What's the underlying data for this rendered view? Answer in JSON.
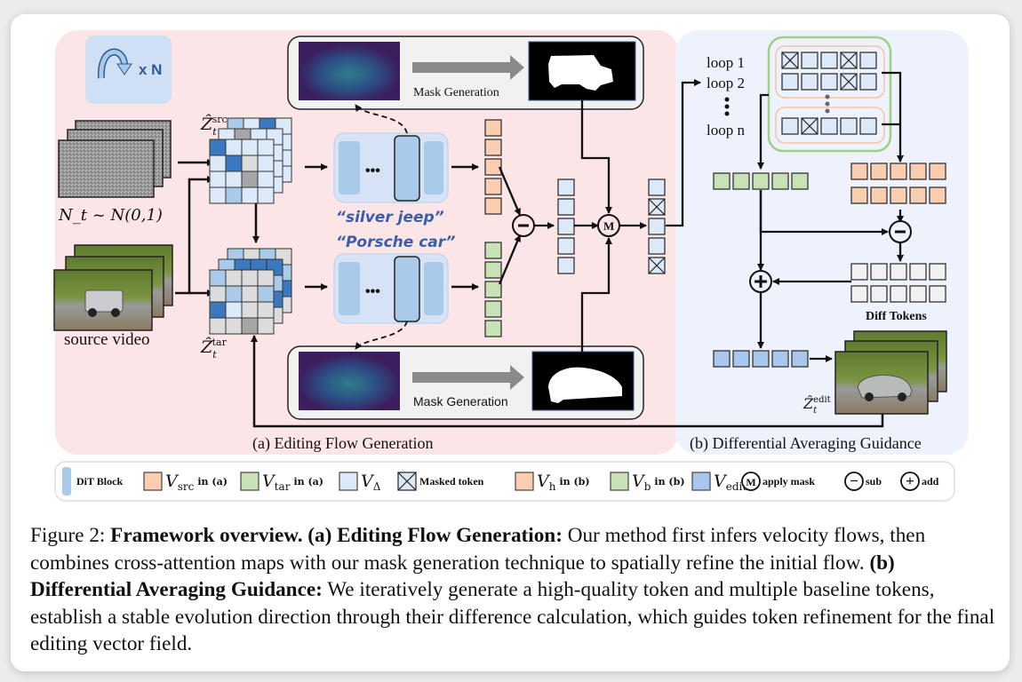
{
  "figure": {
    "panel_a": {
      "title": "(a) Editing Flow Generation",
      "loop_badge": "x N",
      "noise_label": "N_t ~ N(0,1)",
      "source_label": "source video",
      "z_src_label": "Ẑ",
      "z_src_sub": "t",
      "z_src_sup": "src",
      "z_tar_label": "Ẑ",
      "z_tar_sub": "t",
      "z_tar_sup": "tar",
      "prompt_src": "“silver jeep”",
      "prompt_tar": "“Porsche car”",
      "mask_gen_top": "Mask Generation",
      "mask_gen_bottom": "Mask Generation",
      "dit_dots": "•••",
      "op_sub": "−",
      "op_mask": "M"
    },
    "panel_b": {
      "title": "(b) Differential Averaging Guidance",
      "loops": [
        "loop 1",
        "loop 2",
        "loop n"
      ],
      "loop_dots": "⋮",
      "diff_tokens_label": "Diff Tokens",
      "z_edit_label": "Ẑ",
      "z_edit_sub": "t",
      "z_edit_sup": "edit",
      "op_sub": "−",
      "op_add": "+"
    },
    "legend": [
      {
        "icon": "dit-block",
        "label": "DiT Block"
      },
      {
        "icon": "v-src-swatch",
        "label_main": "V",
        "label_sub": "src",
        "label_tail": "in (a)"
      },
      {
        "icon": "v-tar-swatch",
        "label_main": "V",
        "label_sub": "tar",
        "label_tail": "in (a)"
      },
      {
        "icon": "v-delta-swatch",
        "label_main": "V",
        "label_sub": "Δ",
        "label_tail": ""
      },
      {
        "icon": "masked-token",
        "label": "Masked token"
      },
      {
        "icon": "v-h-swatch",
        "label_main": "V",
        "label_sub": "h",
        "label_tail": "in (b)"
      },
      {
        "icon": "v-b-swatch",
        "label_main": "V",
        "label_sub": "b",
        "label_tail": "in (b)"
      },
      {
        "icon": "v-edit-swatch",
        "label_main": "V",
        "label_sub": "edit",
        "label_tail": ""
      },
      {
        "icon": "mask-op",
        "symbol": "M",
        "label": "apply mask"
      },
      {
        "icon": "sub-op",
        "symbol": "−",
        "label": "sub"
      },
      {
        "icon": "add-op",
        "symbol": "+",
        "label": "add"
      }
    ],
    "colors": {
      "panel_a_bg": "#fbe5e6",
      "panel_b_bg": "#eef2fc",
      "src_token": "#f9cdb0",
      "tar_token": "#c8e2b6",
      "delta_token": "#dce9f8",
      "edit_token": "#a7c8ec",
      "dit_block": "#a9cbe9",
      "dark_blue": "#3a78bf",
      "prompt_text": "#3a5fa8"
    }
  },
  "caption": {
    "prefix": "Figure 2: ",
    "bold1": "Framework overview. (a) Editing Flow Generation:",
    "text1": " Our method first infers velocity flows, then combines cross-attention maps with our mask generation technique to spatially refine the initial flow. ",
    "bold2": "(b) Differential Averaging Guidance:",
    "text2": " We iteratively generate a high-quality token and multiple baseline tokens, establish a stable evolution direction through their difference calculation, which guides token refinement for the final editing vector field."
  }
}
